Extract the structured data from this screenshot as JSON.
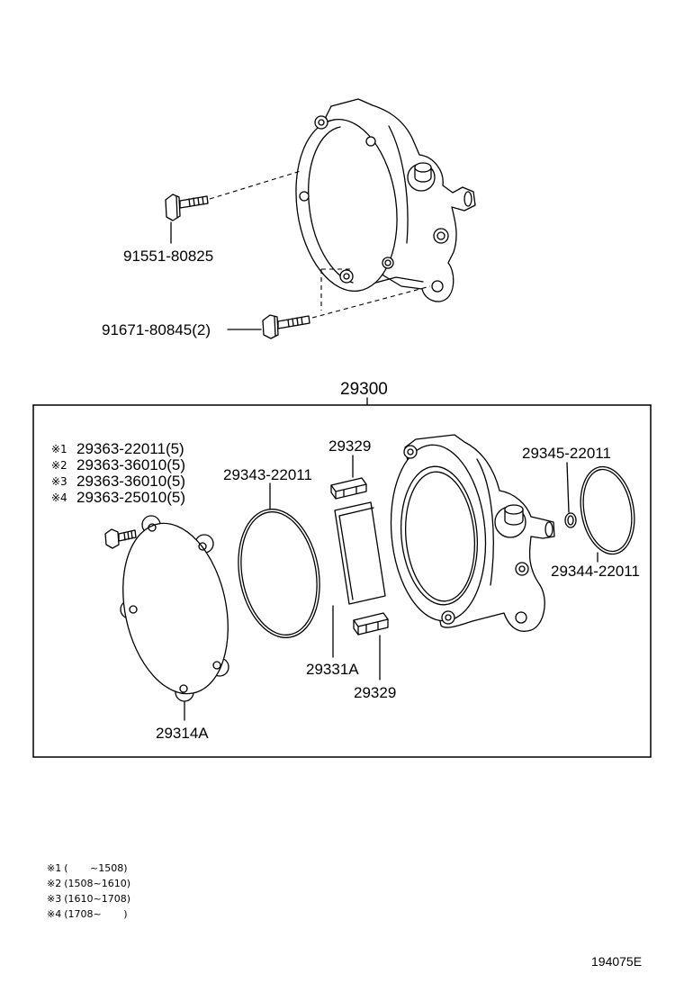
{
  "callouts": {
    "bolt_cover": "91551-80825",
    "bolt_mount": "91671-80845(2)",
    "assembly": "29300",
    "cover_screws": [
      {
        "mark": "※1",
        "part_no": "29363-22011(5)"
      },
      {
        "mark": "※2",
        "part_no": "29363-36010(5)"
      },
      {
        "mark": "※3",
        "part_no": "29363-36010(5)"
      },
      {
        "mark": "※4",
        "part_no": "29363-25010(5)"
      }
    ],
    "cover_oring": "29343-22011",
    "seal_upper": "29329",
    "vane": "29331A",
    "seal_lower": "29329",
    "cover_plate": "29314A",
    "outlet_oring_small": "29345-22011",
    "outlet_oring_large": "29344-22011"
  },
  "footnotes": [
    {
      "mark": "※1",
      "range": "(       ~1508)"
    },
    {
      "mark": "※2",
      "range": "(1508~1610)"
    },
    {
      "mark": "※3",
      "range": "(1610~1708)"
    },
    {
      "mark": "※4",
      "range": "(1708~       )"
    }
  ],
  "diagram": {
    "code": "194075E"
  }
}
